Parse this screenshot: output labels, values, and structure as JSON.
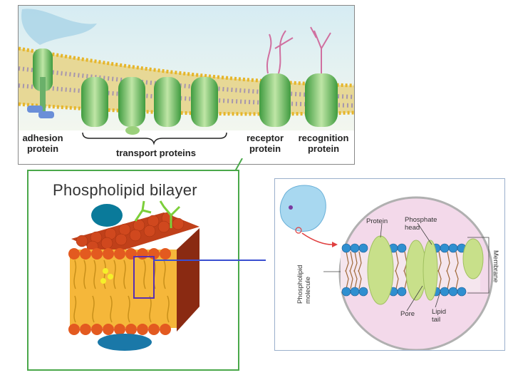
{
  "top_panel": {
    "labels": {
      "adhesion": [
        "adhesion",
        "protein"
      ],
      "transport": "transport proteins",
      "receptor": [
        "receptor",
        "protein"
      ],
      "recognition": [
        "recognition",
        "protein"
      ]
    }
  },
  "left_panel": {
    "title": "Phospholipid bilayer"
  },
  "right_panel": {
    "labels": {
      "protein": "Protein",
      "phosphate_head": [
        "Phosphate",
        "head"
      ],
      "pore": "Pore",
      "lipid_tail": [
        "Lipid",
        "tail"
      ],
      "phospholipid_molecule": [
        "Phospholipid",
        "molecule"
      ],
      "membrane": "Membrane"
    }
  },
  "colors": {
    "left_border": "#4aa84a",
    "connector": "#3a4fd0",
    "zoom_box": "#5a2fb0",
    "protein_green": "#7cc46a",
    "head_blue": "#2f8fd0"
  }
}
